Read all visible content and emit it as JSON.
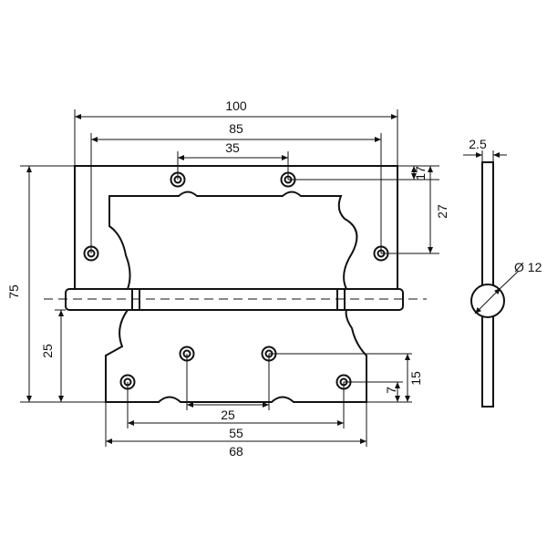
{
  "drawing": {
    "title": "",
    "units": "",
    "line_color": "#111111",
    "background": "#ffffff"
  },
  "dimensions": {
    "overall_width": "100",
    "hole_span_top_outer": "85",
    "hole_span_top_inner": "35",
    "top_hole_offset": "17",
    "side_hole_offset": "27",
    "overall_height": "75",
    "lower_leaf_height": "25",
    "bottom_hole_offset": "15",
    "bottom_outer_hole_offset": "7",
    "hole_span_bottom_inner": "25",
    "hole_span_bottom_outer": "55",
    "lower_leaf_width": "68",
    "thickness": "2.5",
    "knuckle_diameter": "Ø 12"
  }
}
